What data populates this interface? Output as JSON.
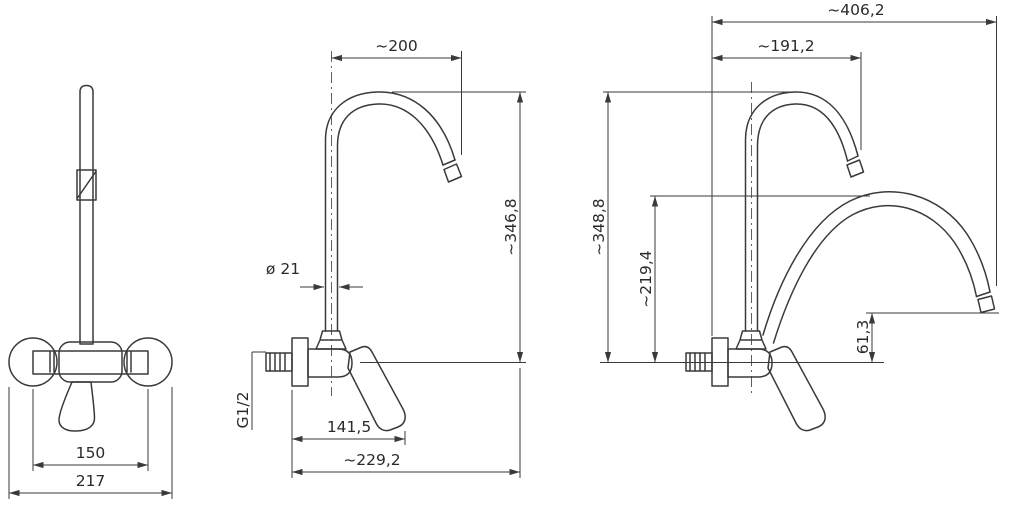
{
  "meta": {
    "drawing_type": "faucet technical dimension drawing",
    "background_color": "#ffffff",
    "line_color": "#3a3a3a"
  },
  "front_view": {
    "dim_mount_spacing": "150",
    "dim_overall_width": "217"
  },
  "side_view": {
    "dim_spout_reach": "~200",
    "dim_spout_height": "~346,8",
    "dim_pipe_diameter": "ø 21",
    "dim_thread": "G1/2",
    "dim_body_depth": "141,5",
    "dim_overall_depth": "~229,2"
  },
  "rotated_view": {
    "dim_overall_reach": "~406,2",
    "dim_upper_spout_reach": "~191,2",
    "dim_overall_height": "~348,8",
    "dim_lower_spout_height": "~219,4",
    "dim_outlet_drop": "61,3"
  }
}
